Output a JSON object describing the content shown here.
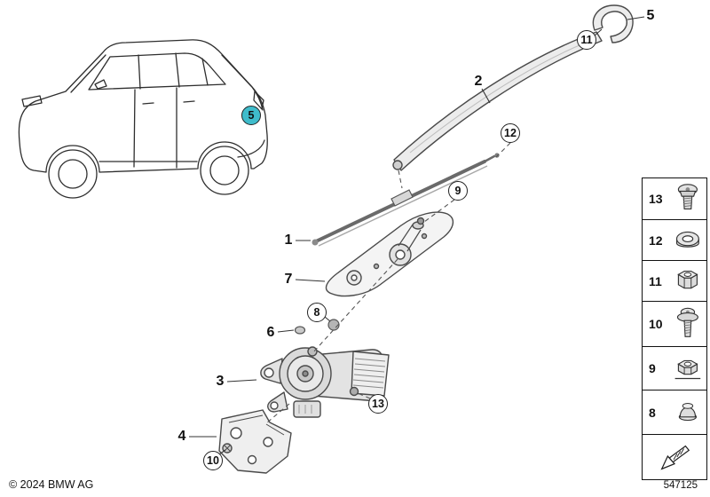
{
  "colors": {
    "badge_teal": "#3fbccb"
  },
  "footer": {
    "copyright": "© 2024 BMW AG",
    "diagram_number": "547125"
  },
  "car": {
    "window_badge": "5"
  },
  "callouts": {
    "arm_tip": "5",
    "arm": "2",
    "nut_arm": "11",
    "blade_cap": "12",
    "blade": "1",
    "spindle_nut": "9",
    "cover": "7",
    "grommet": "8",
    "cap": "6",
    "motor": "3",
    "motor_screw": "13",
    "bracket": "4",
    "bracket_screw": "10"
  },
  "legend": {
    "rows": [
      {
        "label": "13",
        "icon": "torx-screw-icon"
      },
      {
        "label": "12",
        "icon": "washer-icon"
      },
      {
        "label": "11",
        "icon": "hex-nut-icon"
      },
      {
        "label": "10",
        "icon": "flange-screw-icon"
      },
      {
        "label": "9",
        "icon": "flat-hex-nut-icon"
      },
      {
        "label": "8",
        "icon": "cap-nut-icon"
      },
      {
        "label": "",
        "icon": "cross-reference-arrow-icon"
      }
    ]
  }
}
